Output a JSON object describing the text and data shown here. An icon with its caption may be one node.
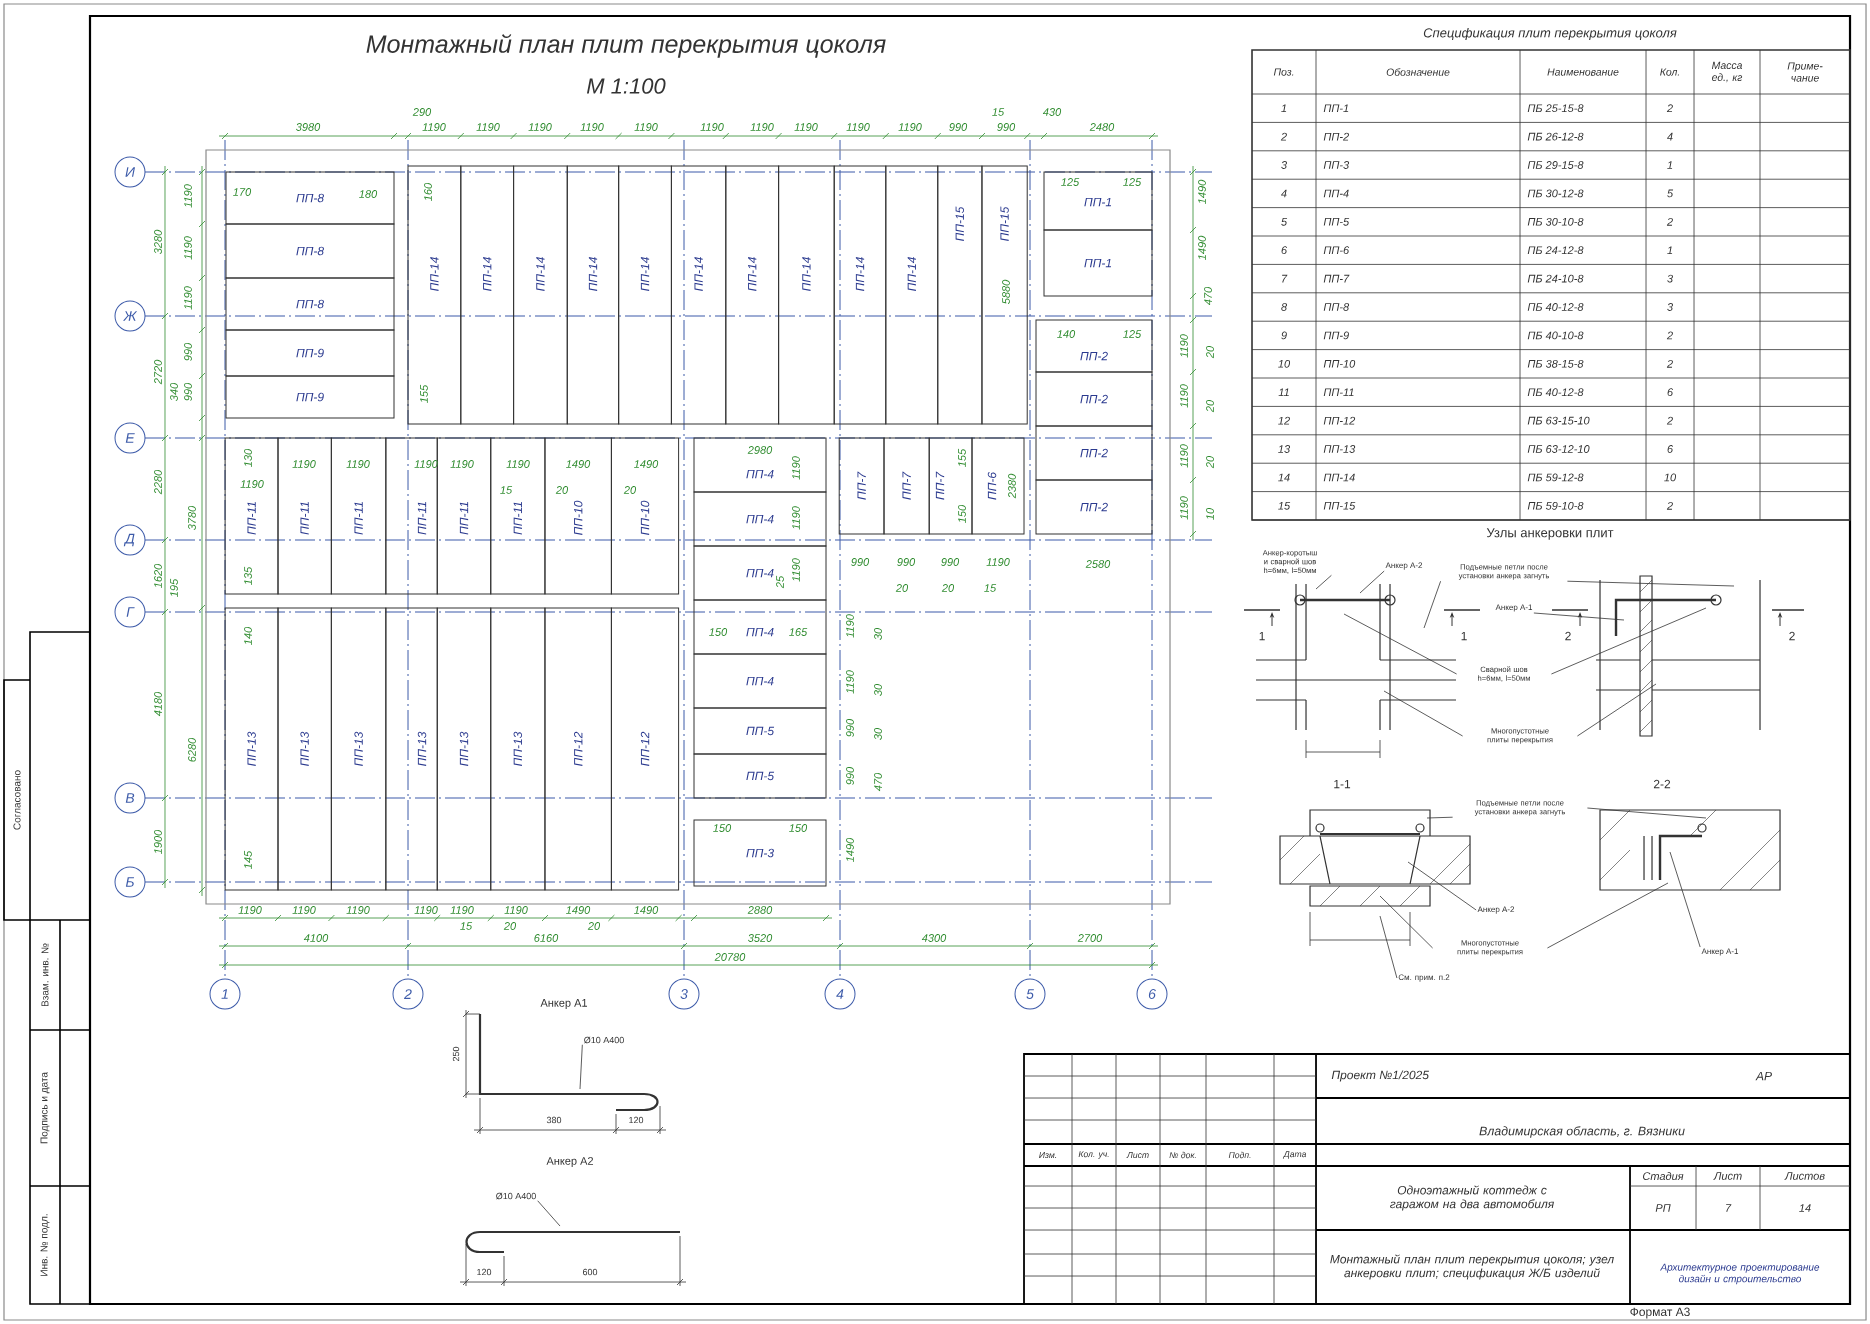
{
  "diagram": {
    "title": "Монтажный план плит перекрытия цоколя",
    "nodes": [
      {
        "text": [
          "ПП-8"
        ]
      },
      {
        "text": [
          "ПП-8"
        ]
      },
      {
        "text": [
          "ПП-8"
        ]
      },
      {
        "text": [
          "ПП-9"
        ]
      },
      {
        "text": [
          "ПП-9"
        ]
      },
      {
        "text": [
          "ПП-14"
        ]
      },
      {
        "text": [
          "ПП-14"
        ]
      },
      {
        "text": [
          "ПП-14"
        ]
      },
      {
        "text": [
          "ПП-14"
        ]
      },
      {
        "text": [
          "ПП-14"
        ]
      },
      {
        "text": [
          "ПП-14"
        ]
      },
      {
        "text": [
          "ПП-14"
        ]
      },
      {
        "text": [
          "ПП-14"
        ]
      },
      {
        "text": [
          "ПП-14"
        ]
      },
      {
        "text": [
          "ПП-14"
        ]
      },
      {
        "text": [
          "ПП-15"
        ]
      },
      {
        "text": [
          "ПП-15"
        ]
      },
      {
        "text": [
          "ПП-1"
        ]
      },
      {
        "text": [
          "ПП-1"
        ]
      },
      {
        "text": [
          "ПП-2"
        ]
      },
      {
        "text": [
          "ПП-2"
        ]
      },
      {
        "text": [
          "ПП-2"
        ]
      },
      {
        "text": [
          "ПП-2"
        ]
      },
      {
        "text": [
          "ПП-11"
        ]
      },
      {
        "text": [
          "ПП-11"
        ]
      },
      {
        "text": [
          "ПП-11"
        ]
      },
      {
        "text": [
          "ПП-11"
        ]
      },
      {
        "text": [
          "ПП-11"
        ]
      },
      {
        "text": [
          "ПП-11"
        ]
      },
      {
        "text": [
          "ПП-10"
        ]
      },
      {
        "text": [
          "ПП-10"
        ]
      },
      {
        "text": [
          "ПП-13"
        ]
      },
      {
        "text": [
          "ПП-13"
        ]
      },
      {
        "text": [
          "ПП-13"
        ]
      },
      {
        "text": [
          "ПП-13"
        ]
      },
      {
        "text": [
          "ПП-13"
        ]
      },
      {
        "text": [
          "ПП-13"
        ]
      },
      {
        "text": [
          "ПП-12"
        ]
      },
      {
        "text": [
          "ПП-12"
        ]
      },
      {
        "text": [
          "ПП-4"
        ]
      },
      {
        "text": [
          "ПП-4"
        ]
      },
      {
        "text": [
          "ПП-4"
        ]
      },
      {
        "text": [
          "ПП-4"
        ]
      },
      {
        "text": [
          "ПП-4"
        ]
      },
      {
        "text": [
          "ПП-5"
        ]
      },
      {
        "text": [
          "ПП-5"
        ]
      },
      {
        "text": [
          "ПП-3"
        ]
      },
      {
        "text": [
          "ПП-7"
        ]
      },
      {
        "text": [
          "ПП-7"
        ]
      },
      {
        "text": [
          "ПП-7"
        ]
      },
      {
        "text": [
          "ПП-6"
        ]
      },
      {
        "text": [
          "1"
        ]
      },
      {
        "text": [
          "2"
        ]
      },
      {
        "text": [
          "3"
        ]
      },
      {
        "text": [
          "4"
        ]
      },
      {
        "text": [
          "5"
        ]
      },
      {
        "text": [
          "6"
        ]
      },
      {
        "text": [
          "И"
        ]
      },
      {
        "text": [
          "Ж"
        ]
      },
      {
        "text": [
          "Е"
        ]
      },
      {
        "text": [
          "Д"
        ]
      },
      {
        "text": [
          "Г"
        ]
      },
      {
        "text": [
          "В"
        ]
      },
      {
        "text": [
          "Б"
        ]
      },
      {
        "text": [
          "Анкер-коротыш и сварной шов h=6мм, l=50мм"
        ]
      },
      {
        "text": [
          "Анкер А-2"
        ]
      },
      {
        "text": [
          "Подъемные петли после установки анкера загнуть"
        ]
      },
      {
        "text": [
          "Анкер А-1"
        ]
      },
      {
        "text": [
          "Сварной шов h=6мм, l=50мм"
        ]
      },
      {
        "text": [
          "Многопустотные плиты перекрытия"
        ]
      },
      {
        "text": [
          "Подъемные петли после установки анкера загнуть"
        ]
      },
      {
        "text": [
          "Анкер А-2"
        ]
      },
      {
        "text": [
          "Многопустотные плиты перекрытия"
        ]
      },
      {
        "text": [
          "Анкер А-1"
        ]
      },
      {
        "text": [
          "См. прим. п.2"
        ]
      },
      {
        "text": [
          "Ø10 А400"
        ]
      },
      {
        "text": [
          "Ø10 А400"
        ]
      }
    ],
    "edges": [
      {
        "from": 64,
        "to": null,
        "arrow": "none"
      },
      {
        "from": 65,
        "to": null,
        "arrow": "none"
      },
      {
        "from": 66,
        "to": null,
        "arrow": "none"
      },
      {
        "from": 66,
        "to": null,
        "arrow": "none"
      },
      {
        "from": 67,
        "to": null,
        "arrow": "none"
      },
      {
        "from": 68,
        "to": null,
        "arrow": "none"
      },
      {
        "from": 68,
        "to": null,
        "arrow": "none"
      },
      {
        "from": 69,
        "to": null,
        "arrow": "none"
      },
      {
        "from": 69,
        "to": null,
        "arrow": "none"
      },
      {
        "from": 70,
        "to": null,
        "arrow": "none"
      },
      {
        "from": 70,
        "to": null,
        "arrow": "none"
      },
      {
        "from": 71,
        "to": null,
        "arrow": "none"
      },
      {
        "from": 72,
        "to": null,
        "arrow": "none"
      },
      {
        "from": 72,
        "to": null,
        "arrow": "none"
      },
      {
        "from": 73,
        "to": null,
        "arrow": "none"
      },
      {
        "from": 74,
        "to": null,
        "arrow": "none"
      },
      {
        "from": 75,
        "to": null,
        "arrow": "none"
      },
      {
        "from": 76,
        "to": null,
        "arrow": "none"
      }
    ],
    "labels": [
      "М 1:100",
      "3980",
      "290",
      "1190",
      "1190",
      "1190",
      "1190",
      "1190",
      "1190",
      "1190",
      "1190",
      "1190",
      "1190",
      "990",
      "15",
      "990",
      "430",
      "2480",
      "3280",
      "2720",
      "2280",
      "1620",
      "4180",
      "1900",
      "3780",
      "6280",
      "1190",
      "1190",
      "1190",
      "990",
      "340",
      "990",
      "195",
      "170",
      "180",
      "160",
      "155",
      "5880",
      "125",
      "125",
      "1490",
      "1490",
      "470",
      "140",
      "125",
      "1190",
      "20",
      "1190",
      "20",
      "1190",
      "20",
      "1190",
      "10",
      "130",
      "1190",
      "1190",
      "1190",
      "1190",
      "1190",
      "1190",
      "1490",
      "1490",
      "15",
      "20",
      "20",
      "2980",
      "1190",
      "1190",
      "1190",
      "25",
      "155",
      "150",
      "2380",
      "990",
      "990",
      "990",
      "1190",
      "2580",
      "20",
      "20",
      "15",
      "135",
      "140",
      "150",
      "165",
      "1190",
      "30",
      "1190",
      "30",
      "990",
      "30",
      "990",
      "470",
      "150",
      "150",
      "145",
      "1490",
      "1190",
      "1190",
      "1190",
      "1190",
      "1190",
      "1190",
      "1490",
      "1490",
      "2880",
      "15",
      "20",
      "20",
      "4100",
      "6160",
      "3520",
      "4300",
      "2700",
      "20780",
      "Анкер А1",
      "250",
      "380",
      "120",
      "Анкер А2",
      "120",
      "600",
      "Спецификация плит перекрытия цоколя",
      "Поз.",
      "Обозначение",
      "Наименование",
      "Кол.",
      "Масса ед., кг",
      "Приме- чание",
      "1",
      "ПП-1",
      "ПБ 25-15-8",
      "2",
      "2",
      "ПП-2",
      "ПБ 26-12-8",
      "4",
      "3",
      "ПП-3",
      "ПБ 29-15-8",
      "1",
      "4",
      "ПП-4",
      "ПБ 30-12-8",
      "5",
      "5",
      "ПП-5",
      "ПБ 30-10-8",
      "2",
      "6",
      "ПП-6",
      "ПБ 24-12-8",
      "1",
      "7",
      "ПП-7",
      "ПБ 24-10-8",
      "3",
      "8",
      "ПП-8",
      "ПБ 40-12-8",
      "3",
      "9",
      "ПП-9",
      "ПБ 40-10-8",
      "2",
      "10",
      "ПП-10",
      "ПБ 38-15-8",
      "2",
      "11",
      "ПП-11",
      "ПБ 40-12-8",
      "6",
      "12",
      "ПП-12",
      "ПБ 63-15-10",
      "2",
      "13",
      "ПП-13",
      "ПБ 63-12-10",
      "6",
      "14",
      "ПП-14",
      "ПБ 59-12-8",
      "10",
      "15",
      "ПП-15",
      "ПБ 59-10-8",
      "2",
      "Узлы анкеровки плит",
      "1",
      "1",
      "2",
      "2",
      "1-1",
      "2-2",
      "Согласовано",
      "Взам. инв. №",
      "Подпись и дата",
      "Инв. № подл.",
      "Изм.",
      "Кол. уч.",
      "Лист",
      "№ док.",
      "Подп.",
      "Дата",
      "Проект №1/2025",
      "АР",
      "Владимирская область, г. Вязники",
      "Одноэтажный коттедж с гаражом на два автомобиля",
      "Стадия",
      "Лист",
      "Листов",
      "РП",
      "7",
      "14",
      "Монтажный план плит перекрытия цоколя; узел анкеровки плит; спецификация Ж/Б изделий",
      "Архитектурное проектирование дизайн и строительство",
      "Формат А3"
    ]
  }
}
